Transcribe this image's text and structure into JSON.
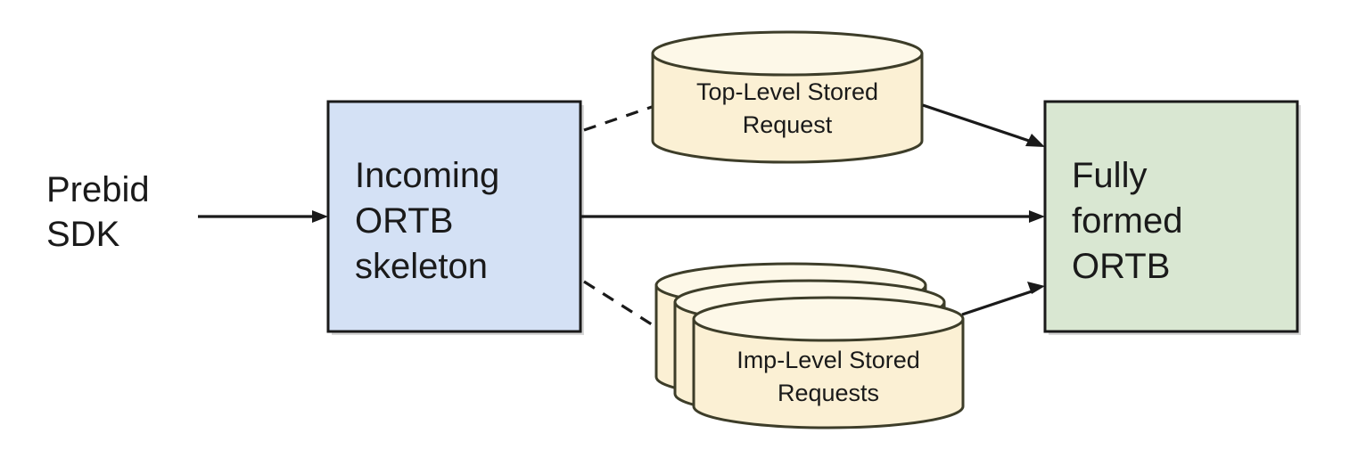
{
  "diagram": {
    "title": "Prebid Server stored request merge flow",
    "background_color": "#ffffff",
    "nodes": [
      {
        "id": "prebid-sdk",
        "type": "text",
        "label_lines": [
          "Prebid",
          "SDK"
        ],
        "text_color": "#1a1a1a"
      },
      {
        "id": "incoming-ortb-skeleton",
        "type": "box",
        "label_lines": [
          "Incoming",
          "ORTB",
          "skeleton"
        ],
        "fill_color": "#d4e1f5",
        "stroke_color": "#1a1a1a",
        "text_color": "#1a1a1a"
      },
      {
        "id": "top-level-stored-request",
        "type": "cylinder",
        "label_lines": [
          "Top-Level Stored",
          "Request"
        ],
        "fill_color": "#fbf0d4",
        "stroke_color": "#3d3d29",
        "text_color": "#3d3d29"
      },
      {
        "id": "imp-level-stored-requests",
        "type": "cylinder-stack",
        "stack_count": 3,
        "label_lines": [
          "Imp-Level Stored",
          "Requests"
        ],
        "fill_color": "#fbf0d4",
        "stroke_color": "#3d3d29",
        "text_color": "#3d3d29"
      },
      {
        "id": "fully-formed-ortb",
        "type": "box",
        "label_lines": [
          "Fully",
          "formed",
          "ORTB"
        ],
        "fill_color": "#d9e7d2",
        "stroke_color": "#1a1a1a",
        "text_color": "#1a1a1a"
      }
    ],
    "edges": [
      {
        "id": "sdk-to-skeleton",
        "from": "prebid-sdk",
        "to": "incoming-ortb-skeleton",
        "style": "solid",
        "arrowhead": "end",
        "label": ""
      },
      {
        "id": "skeleton-to-top-level",
        "from": "incoming-ortb-skeleton",
        "to": "top-level-stored-request",
        "style": "dashed",
        "arrowhead": "none",
        "label": ""
      },
      {
        "id": "top-level-to-ortb",
        "from": "top-level-stored-request",
        "to": "fully-formed-ortb",
        "style": "solid",
        "arrowhead": "end",
        "label": ""
      },
      {
        "id": "skeleton-to-ortb",
        "from": "incoming-ortb-skeleton",
        "to": "fully-formed-ortb",
        "style": "solid",
        "arrowhead": "end",
        "label": ""
      },
      {
        "id": "skeleton-to-imp-level",
        "from": "incoming-ortb-skeleton",
        "to": "imp-level-stored-requests",
        "style": "dashed",
        "arrowhead": "none",
        "label": ""
      },
      {
        "id": "imp-level-to-ortb",
        "from": "imp-level-stored-requests",
        "to": "fully-formed-ortb",
        "style": "solid",
        "arrowhead": "end",
        "label": ""
      }
    ]
  },
  "labels": {
    "prebid_sdk_line1": "Prebid",
    "prebid_sdk_line2": "SDK",
    "incoming_line1": "Incoming",
    "incoming_line2": "ORTB",
    "incoming_line3": "skeleton",
    "top_level_line1": "Top-Level Stored",
    "top_level_line2": "Request",
    "imp_level_line1": "Imp-Level Stored",
    "imp_level_line2": "Requests",
    "fully_formed_line1": "Fully",
    "fully_formed_line2": "formed",
    "fully_formed_line3": "ORTB"
  }
}
